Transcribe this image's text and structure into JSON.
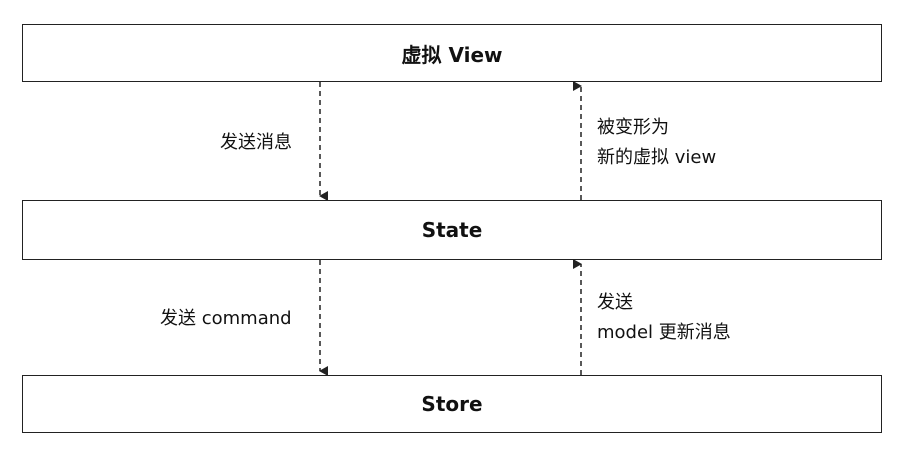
{
  "boxes": {
    "view": "虚拟 View",
    "state": "State",
    "store": "Store"
  },
  "edges": {
    "view_to_state": {
      "label": "发送消息"
    },
    "state_to_view": {
      "label_lines": [
        "被变形为",
        "新的虚拟 view"
      ]
    },
    "state_to_store": {
      "label": "发送 command"
    },
    "store_to_state": {
      "label_lines": [
        "发送",
        "model 更新消息"
      ]
    }
  },
  "colors": {
    "stroke": "#222222",
    "text": "#111111",
    "background": "#ffffff"
  }
}
